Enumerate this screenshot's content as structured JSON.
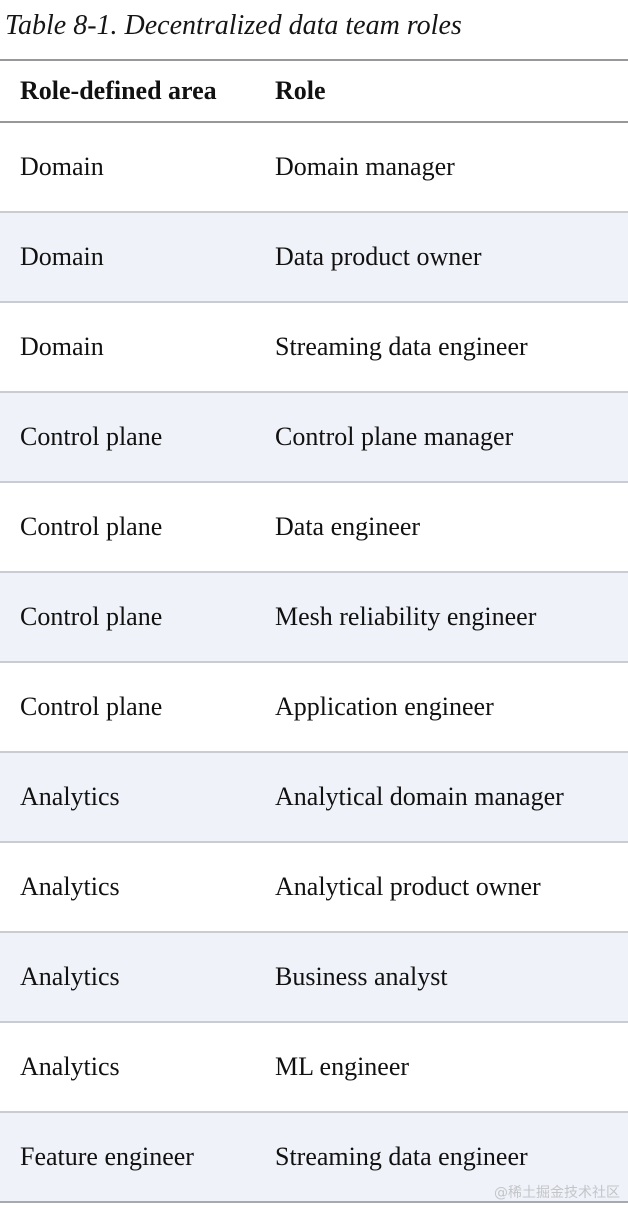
{
  "table": {
    "title": "Table 8-1. Decentralized data team roles",
    "columns": [
      "Role-defined area",
      "Role"
    ],
    "rows": [
      {
        "area": "Domain",
        "role": "Domain manager"
      },
      {
        "area": "Domain",
        "role": "Data product owner"
      },
      {
        "area": "Domain",
        "role": "Streaming data engineer"
      },
      {
        "area": "Control plane",
        "role": "Control plane manager"
      },
      {
        "area": "Control plane",
        "role": "Data engineer"
      },
      {
        "area": "Control plane",
        "role": "Mesh reliability engineer"
      },
      {
        "area": "Control plane",
        "role": "Application engineer"
      },
      {
        "area": "Analytics",
        "role": "Analytical domain manager"
      },
      {
        "area": "Analytics",
        "role": "Analytical product owner"
      },
      {
        "area": "Analytics",
        "role": "Business analyst"
      },
      {
        "area": "Analytics",
        "role": "ML engineer"
      },
      {
        "area": "Feature engineer",
        "role": "Streaming data engineer"
      }
    ],
    "colors": {
      "shaded_row": "#eff2f8",
      "header_rule": "#98989c",
      "row_separator": "#caccd1",
      "bottom_rule": "#a7a9ac"
    }
  },
  "watermark": {
    "text": "@稀土掘金技术社区"
  }
}
